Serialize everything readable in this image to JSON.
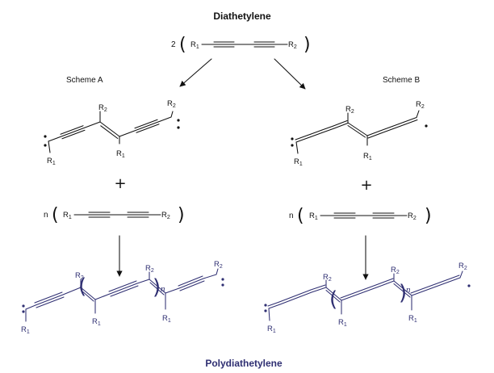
{
  "title": "Diathetylene",
  "footer": "Polydiathetylene",
  "scheme_a": "Scheme A",
  "scheme_b": "Scheme B",
  "coef_top": "2",
  "coef_n": "n",
  "plus": "+",
  "subscript_n": "n",
  "r1": "R",
  "r2": "R",
  "sub1": "1",
  "sub2": "2",
  "colors": {
    "black": "#111111",
    "polymer": "#2f2f72"
  }
}
